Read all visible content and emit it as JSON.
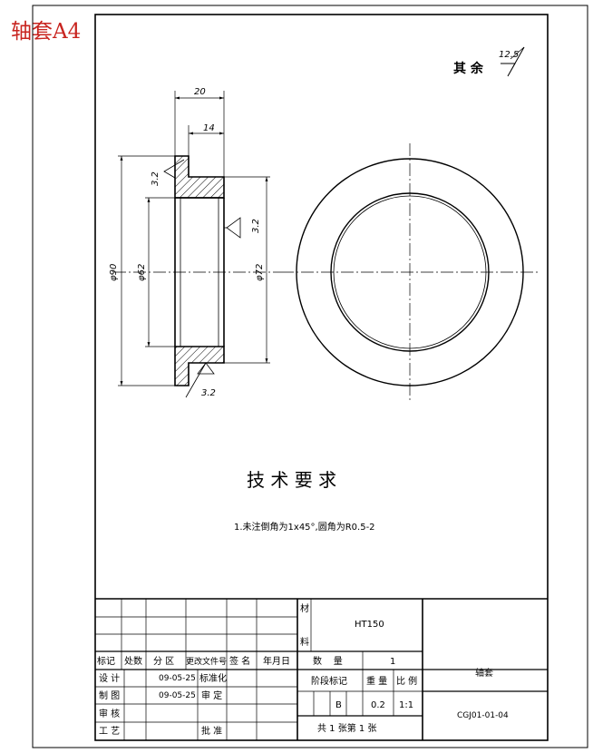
{
  "corner_label": "轴套A4",
  "roughness": {
    "other_label": "其 余",
    "other_value": "12.5",
    "flange_face": "3.2",
    "bore": "3.2",
    "bottom": "3.2"
  },
  "dimensions": {
    "overall_length": "20",
    "flange_offset": "14",
    "outer_dia": "φ90",
    "bore_dia": "φ62",
    "shoulder_dia": "φ72"
  },
  "tech_requirements": {
    "title": "技 术 要 求",
    "item1": "1.未注倒角为1x45°,圆角为R0.5-2"
  },
  "title_block": {
    "material_label_1": "材",
    "material_label_2": "料",
    "material_value": "HT150",
    "rev_headers": [
      "标记",
      "处数",
      "分 区",
      "更改文件号",
      "签 名",
      "年月日"
    ],
    "design_label": "设 计",
    "design_date": "09-05-25",
    "standard_label": "标准化",
    "draw_label": "制 图",
    "draw_date": "09-05-25",
    "approve_label": "审 定",
    "check_label": "审 核",
    "process_label": "工 艺",
    "authorize_label": "批 准",
    "quantity_label": "数    量",
    "quantity_value": "1",
    "stage_label": "阶段标记",
    "weight_label": "重 量",
    "scale_label": "比 例",
    "stage_value": "B",
    "weight_value": "0.2",
    "scale_value": "1:1",
    "sheets": "共 1 张第 1 张",
    "part_name": "轴套",
    "drawing_no": "CGJ01-01-04"
  }
}
